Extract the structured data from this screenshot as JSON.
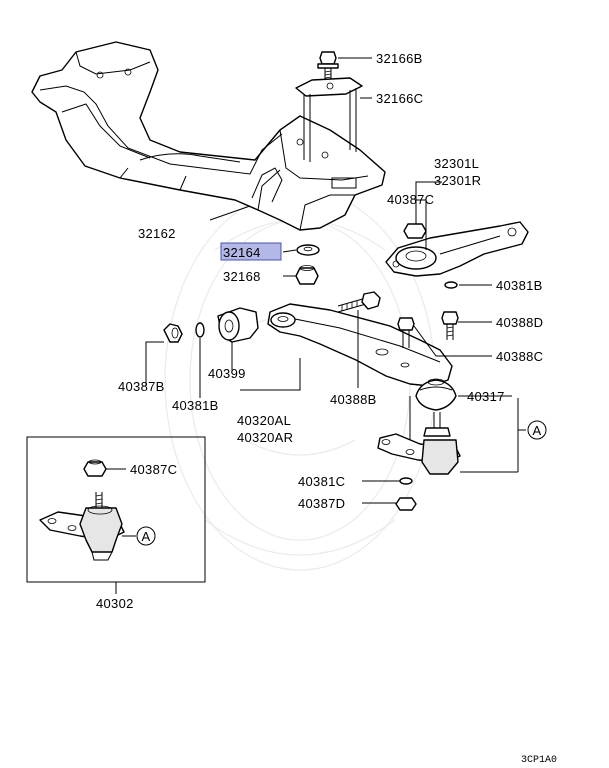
{
  "colors": {
    "highlight_fill": "#b3b8e6",
    "highlight_stroke": "#4a55b0",
    "ink": "#000000"
  },
  "highlighted_part": "32164",
  "labels": {
    "p32166B": "32166B",
    "p32166C": "32166C",
    "p32301L": "32301L",
    "p32301R": "32301R",
    "p40387C_top": "40387C",
    "p32162": "32162",
    "p32164": "32164",
    "p32168": "32168",
    "p40381B_right": "40381B",
    "p40388D": "40388D",
    "p40388C": "40388C",
    "p40387B": "40387B",
    "p40399": "40399",
    "p40381B_left": "40381B",
    "p40388B": "40388B",
    "p40317": "40317",
    "p40320AL": "40320AL",
    "p40320AR": "40320AR",
    "p40387C_inset": "40387C",
    "p40381C": "40381C",
    "p40387D": "40387D",
    "p40302": "40302",
    "callout_a_right": "A",
    "callout_a_inset": "A"
  },
  "diagram_code": "3CP1A0"
}
